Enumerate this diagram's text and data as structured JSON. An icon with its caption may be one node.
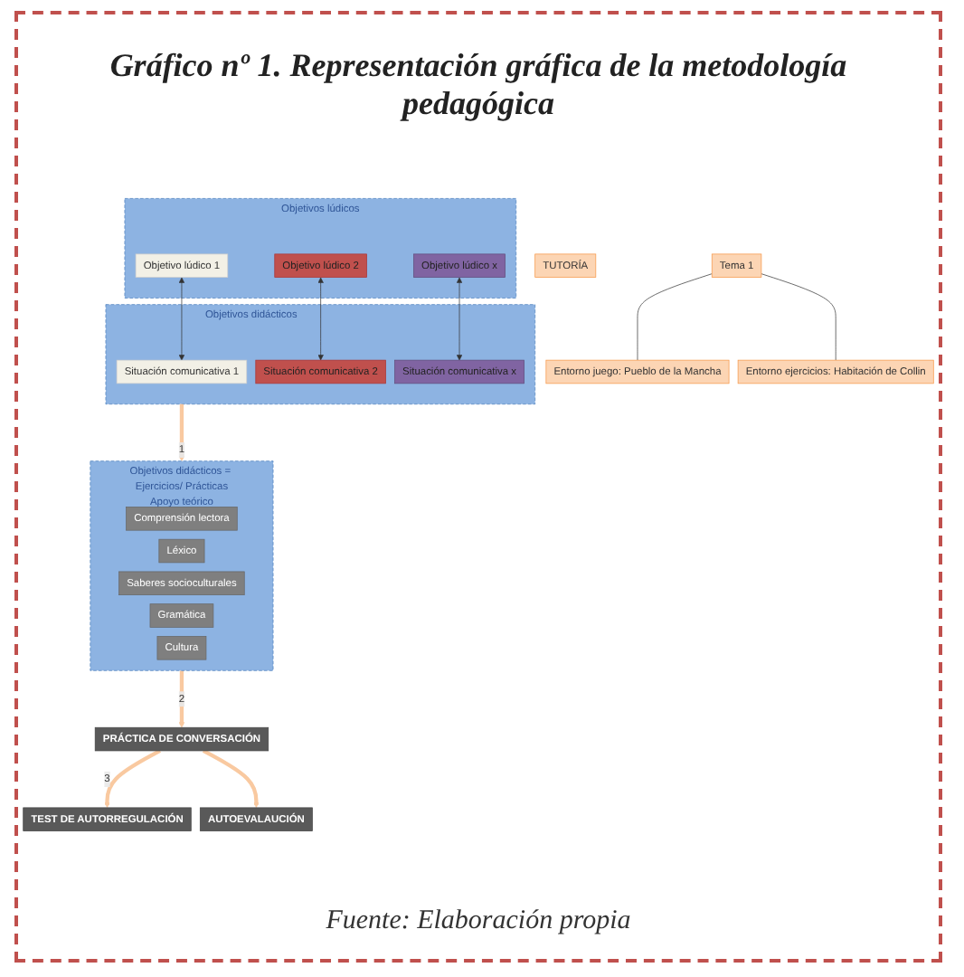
{
  "diagram": {
    "title": "Gráfico nº 1. Representación gráfica de la metodología pedagógica",
    "caption": "Fuente: Elaboración propia",
    "nodes": [
      {
        "text": [
          "Tema 1"
        ]
      },
      {
        "text": [
          "Entorno juego: Pueblo de la Mancha"
        ]
      },
      {
        "text": [
          "Entorno ejercicios: Habitación de Collin"
        ]
      },
      {
        "text": [
          "Objetivos lúdicos"
        ]
      },
      {
        "text": [
          "Objetivo lúdico 1"
        ],
        "in": 3
      },
      {
        "text": [
          "Objetivo lúdico 2"
        ],
        "in": 3
      },
      {
        "text": [
          "Objetivo lúdico x"
        ],
        "in": 3
      },
      {
        "text": [
          "Objetivos didácticos"
        ]
      },
      {
        "text": [
          "Situación comunicativa 1"
        ],
        "in": 7
      },
      {
        "text": [
          "Situación comunicativa 2"
        ],
        "in": 7
      },
      {
        "text": [
          "Situación comunicativa x"
        ],
        "in": 7
      },
      {
        "text": [
          "Objetivos didácticos = Ejercicios/ Prácticas",
          "Apoyo teórico"
        ]
      },
      {
        "text": [
          "Comprensión lectora"
        ],
        "in": 11
      },
      {
        "text": [
          "Léxico"
        ],
        "in": 11
      },
      {
        "text": [
          "Saberes socioculturales"
        ],
        "in": 11
      },
      {
        "text": [
          "Gramática"
        ],
        "in": 11
      },
      {
        "text": [
          "Cultura"
        ],
        "in": 11
      },
      {
        "text": [
          "PRÁCTICA DE CONVERSACIÓN"
        ]
      },
      {
        "text": [
          "TEST DE AUTORREGULACIÓN"
        ]
      },
      {
        "text": [
          "AUTOEVALAUCIÓN"
        ]
      },
      {
        "text": [
          "TUTORÍA"
        ]
      }
    ],
    "edges": [
      {
        "from": 0,
        "to": 1,
        "arrow": "none"
      },
      {
        "from": 0,
        "to": 2,
        "arrow": "none"
      },
      {
        "from": 4,
        "to": 8,
        "arrow": "both"
      },
      {
        "from": 5,
        "to": 9,
        "arrow": "both"
      },
      {
        "from": 6,
        "to": 10,
        "arrow": "both"
      },
      {
        "from": 7,
        "to": 11,
        "arrow": "to",
        "label": "1",
        "style": "thick",
        "color": "#f9c9a0"
      },
      {
        "from": 11,
        "to": 17,
        "arrow": "to",
        "label": "2",
        "style": "thick",
        "color": "#f9c9a0"
      },
      {
        "from": 17,
        "to": 18,
        "arrow": "to",
        "label": "3",
        "style": "thick",
        "color": "#f9c9a0"
      },
      {
        "from": 17,
        "to": 19,
        "arrow": "to",
        "style": "thick",
        "color": "#f9c9a0"
      }
    ]
  }
}
